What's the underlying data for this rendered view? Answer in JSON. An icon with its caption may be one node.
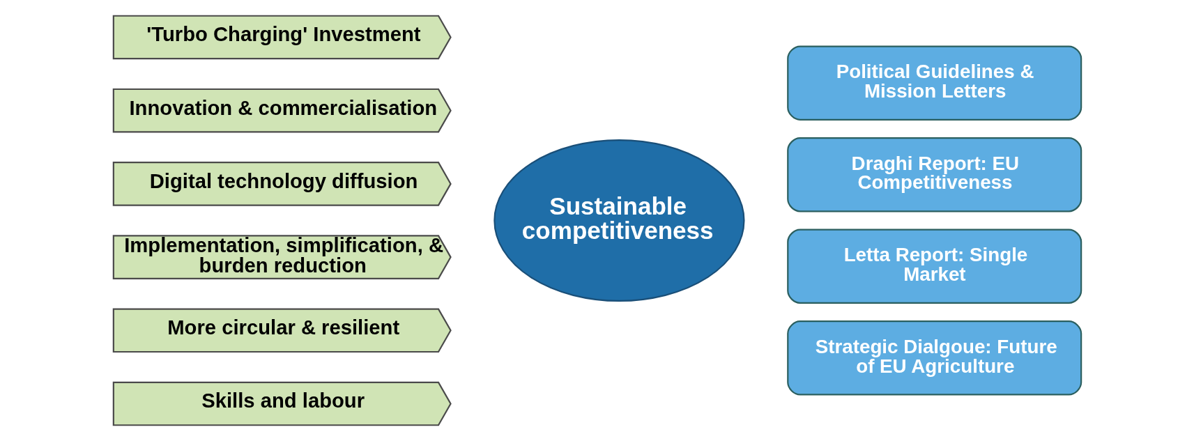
{
  "diagram": {
    "nodes": [
      {
        "text": [
          "'Turbo Charging' Investment"
        ]
      },
      {
        "text": [
          "Innovation & commercialisation"
        ]
      },
      {
        "text": [
          "Digital technology diffusion"
        ]
      },
      {
        "text": [
          "Implementation, simplification, & burden reduction"
        ]
      },
      {
        "text": [
          "More circular & resilient"
        ]
      },
      {
        "text": [
          "Skills and labour"
        ]
      },
      {
        "text": [
          "Sustainable competitiveness"
        ]
      },
      {
        "text": [
          "Political Guidelines & Mission Letters"
        ]
      },
      {
        "text": [
          "Draghi Report: EU Competitiveness"
        ]
      },
      {
        "text": [
          "Letta Report: Single Market"
        ]
      },
      {
        "text": [
          "Strategic Dialgoue: Future of EU Agriculture"
        ]
      }
    ]
  }
}
